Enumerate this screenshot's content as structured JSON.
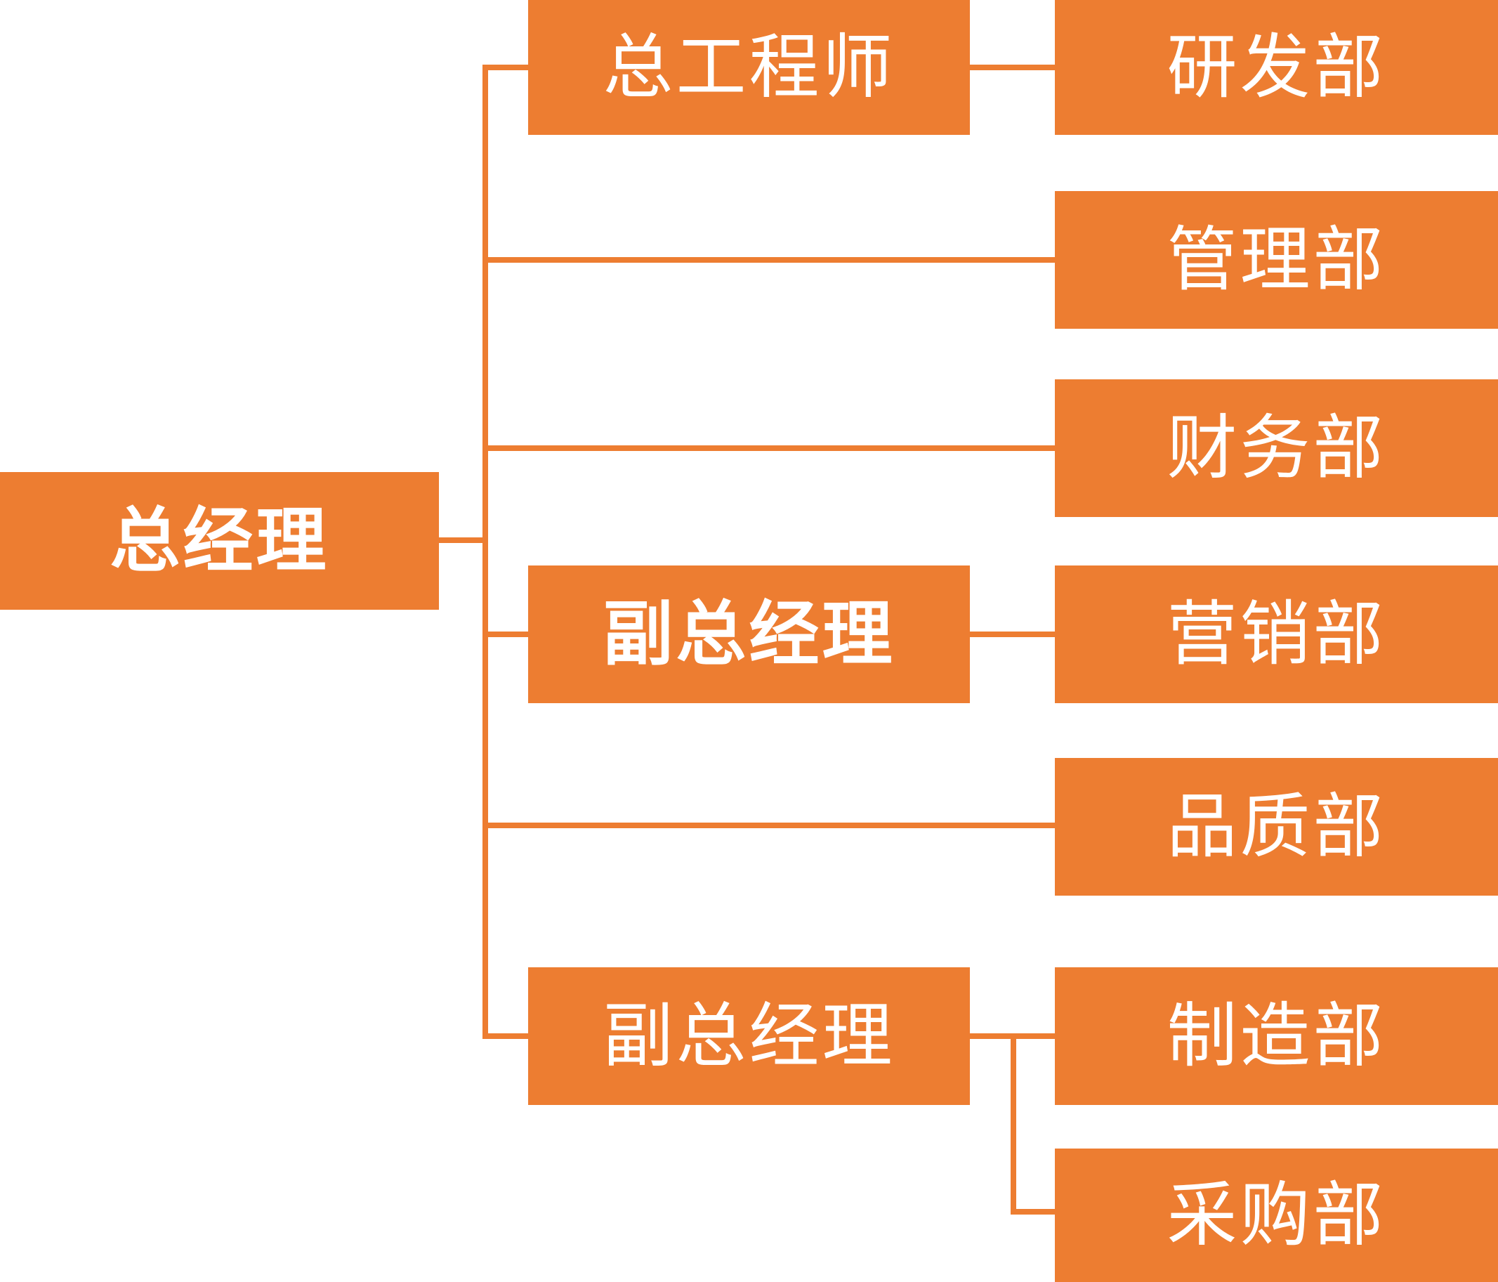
{
  "diagram": {
    "type": "org-chart",
    "orientation": "left-to-right"
  },
  "palette": {
    "accent": "#ED7D31",
    "node_text": "#FFFFFF",
    "background": "#FFFFFF"
  },
  "nodes": {
    "root": {
      "label": "总经理",
      "level": 1,
      "emphasis": "bold"
    },
    "chief_engineer": {
      "label": "总工程师",
      "level": 2,
      "emphasis": "regular"
    },
    "deputy_gm_1": {
      "label": "副总经理",
      "level": 2,
      "emphasis": "bold"
    },
    "deputy_gm_2": {
      "label": "副总经理",
      "level": 2,
      "emphasis": "regular"
    },
    "dept_rnd": {
      "label": "研发部",
      "level": 3,
      "emphasis": "regular"
    },
    "dept_admin": {
      "label": "管理部",
      "level": 3,
      "emphasis": "regular"
    },
    "dept_finance": {
      "label": "财务部",
      "level": 3,
      "emphasis": "regular"
    },
    "dept_marketing": {
      "label": "营销部",
      "level": 3,
      "emphasis": "regular"
    },
    "dept_quality": {
      "label": "品质部",
      "level": 3,
      "emphasis": "regular"
    },
    "dept_manufacturing": {
      "label": "制造部",
      "level": 3,
      "emphasis": "regular"
    },
    "dept_procurement": {
      "label": "采购部",
      "level": 3,
      "emphasis": "regular"
    }
  },
  "edges": [
    {
      "from": "root",
      "to": "chief_engineer"
    },
    {
      "from": "root",
      "to": "dept_admin"
    },
    {
      "from": "root",
      "to": "dept_finance"
    },
    {
      "from": "root",
      "to": "deputy_gm_1"
    },
    {
      "from": "root",
      "to": "dept_quality"
    },
    {
      "from": "root",
      "to": "deputy_gm_2"
    },
    {
      "from": "chief_engineer",
      "to": "dept_rnd"
    },
    {
      "from": "deputy_gm_1",
      "to": "dept_marketing"
    },
    {
      "from": "deputy_gm_2",
      "to": "dept_manufacturing"
    },
    {
      "from": "deputy_gm_2",
      "to": "dept_procurement"
    }
  ]
}
